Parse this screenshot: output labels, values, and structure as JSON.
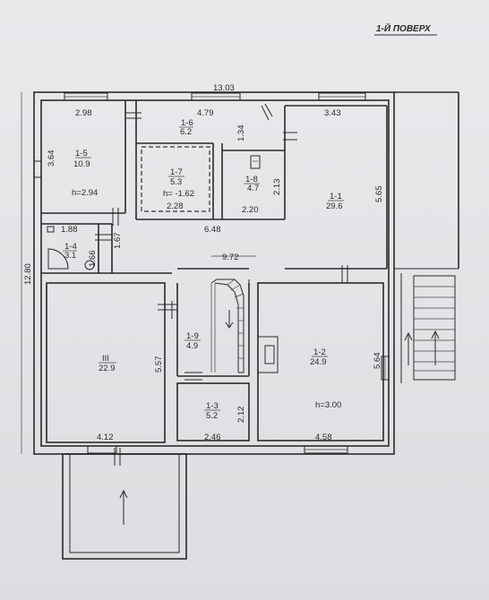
{
  "title": "1-Й ПОВЕРХ",
  "overall": {
    "width": "13.03",
    "height": "12.80",
    "corridor": "9.72",
    "hall_width": "6.48"
  },
  "rooms": [
    {
      "id": "1-5",
      "area": "10.9",
      "height": "h=2.94",
      "width": "2.98",
      "depth": "3.64"
    },
    {
      "id": "1-6",
      "area": "6.2",
      "width": "4.79",
      "extra": "1.34"
    },
    {
      "id": "1-7",
      "area": "5.3",
      "height": "h= -1.62",
      "width": "2.28"
    },
    {
      "id": "1-8",
      "area": "4.7",
      "width": "2.20",
      "depth": "2.13"
    },
    {
      "id": "1-1",
      "area": "29.6",
      "width": "3.43",
      "depth": "5.65"
    },
    {
      "id": "1-4",
      "area": "3.1",
      "width": "1.88",
      "depth": "1.66",
      "extra": "1.67"
    },
    {
      "id": "III",
      "area": "22.9",
      "width": "4.12",
      "depth": "5.57"
    },
    {
      "id": "1-9",
      "area": "4.9"
    },
    {
      "id": "1-3",
      "area": "5.2",
      "width": "2.46",
      "depth": "2.12"
    },
    {
      "id": "1-2",
      "area": "24.9",
      "height": "h=3.00",
      "width": "4.58",
      "depth": "5.64"
    }
  ]
}
